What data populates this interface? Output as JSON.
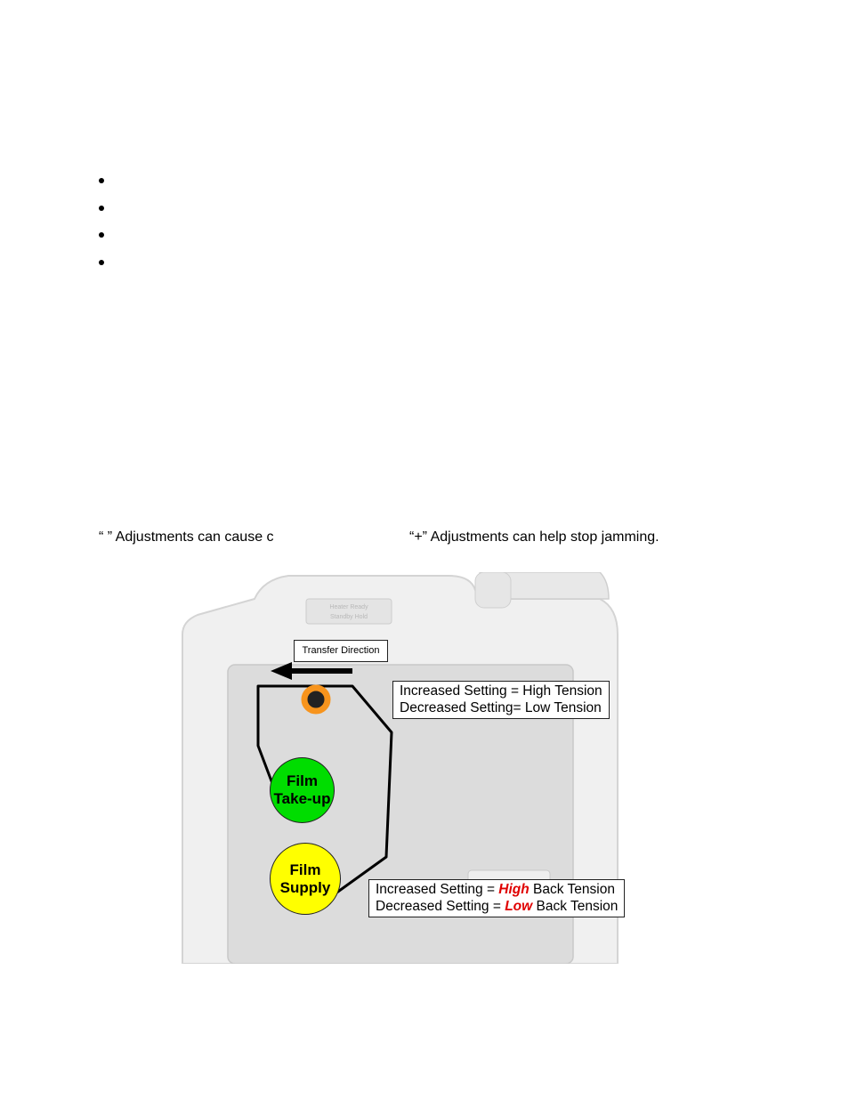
{
  "bullets": [
    "",
    "",
    "",
    ""
  ],
  "caption": {
    "left": "“ ” Adjustments can cause c",
    "right": "“+” Adjustments can help stop jamming."
  },
  "figure": {
    "transfer_direction": "Transfer Direction",
    "panel_label_line1": "Heater  Ready",
    "panel_label_line2": "Standby   Hold",
    "takeup_line1": "Film",
    "takeup_line2": "Take-up",
    "supply_line1": "Film",
    "supply_line2": "Supply",
    "upper_box": {
      "line1": "Increased Setting = High Tension",
      "line2": "Decreased Setting= Low Tension"
    },
    "lower_box": {
      "line1_pre": "Increased Setting = ",
      "line1_em": "High",
      "line1_post": " Back Tension",
      "line2_pre": "Decreased Setting = ",
      "line2_em": "Low",
      "line2_post": " Back Tension"
    },
    "colors": {
      "takeup": "#00dd00",
      "supply": "#ffff00",
      "emphasis": "#e00000",
      "roller": "#f7941d"
    }
  }
}
